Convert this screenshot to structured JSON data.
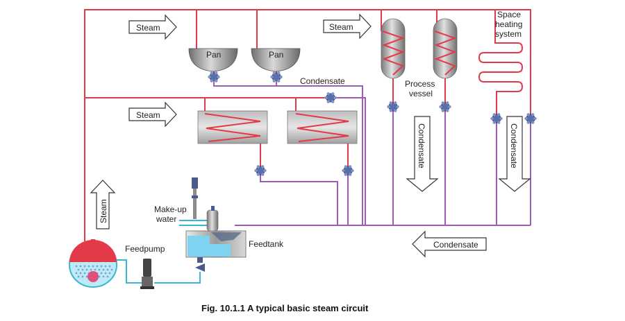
{
  "caption": "Fig. 10.1.1 A typical basic steam circuit",
  "labels": {
    "steam_top_left": "Steam",
    "steam_top_mid": "Steam",
    "steam_mid_left": "Steam",
    "steam_vertical": "Steam",
    "pan_1": "Pan",
    "pan_2": "Pan",
    "condensate_horizontal_top": "Condensate",
    "process_vessel_line1": "Process",
    "process_vessel_line2": "vessel",
    "space_heating_line1": "Space",
    "space_heating_line2": "heating",
    "space_heating_line3": "system",
    "condensate_vertical_left": "Condensate",
    "condensate_vertical_right": "Condensate",
    "condensate_return_arrow": "Condensate",
    "makeup_line1": "Make-up",
    "makeup_line2": "water",
    "feedtank": "Feedtank",
    "feedpump": "Feedpump"
  },
  "colors": {
    "steam_line": "#e23a48",
    "condensate_line": "#a05ab8",
    "feed_water_line": "#39b6d6",
    "equipment_grey": "#9a9a9a",
    "trap_blue": "#5a6fa8"
  }
}
